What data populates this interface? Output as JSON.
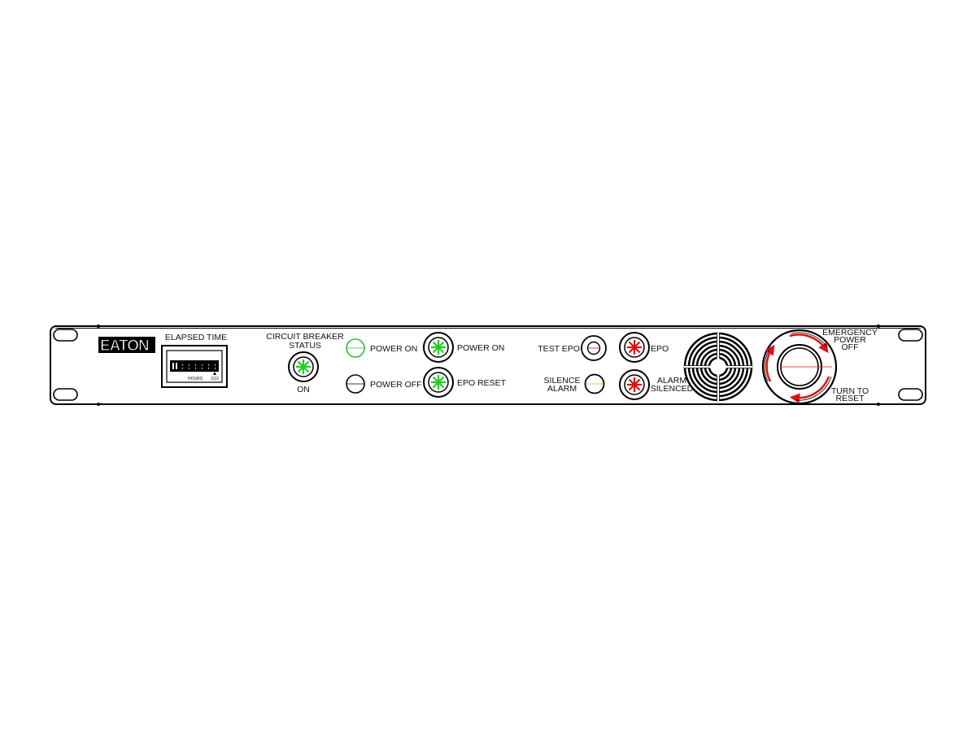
{
  "brand": {
    "logo": "EATON"
  },
  "elapsed_time": {
    "label": "ELAPSED TIME",
    "units_label": "HOURS",
    "tenths_label": "1/10"
  },
  "circuit_breaker": {
    "label_line1": "CIRCUIT BREAKER",
    "label_line2": "STATUS",
    "state_label": "ON",
    "indicator_color": "#22cc22"
  },
  "power_indicators": {
    "on_label": "POWER ON",
    "off_label": "POWER OFF",
    "on_color": "#33bb33"
  },
  "buttons": {
    "power_on_label": "POWER ON",
    "epo_reset_label": "EPO RESET",
    "test_epo_label": "TEST EPO",
    "silence_alarm_line1": "SILENCE",
    "silence_alarm_line2": "ALARM",
    "epo_label": "EPO",
    "alarm_silenced_line1": "ALARM",
    "alarm_silenced_line2": "SILENCED"
  },
  "emergency_switch": {
    "label_line1": "EMERGENCY",
    "label_line2": "POWER",
    "label_line3": "OFF",
    "reset_line1": "TURN TO",
    "reset_line2": "RESET",
    "arrow_color": "#dd1111"
  },
  "colors": {
    "green": "#22cc22",
    "red": "#dd1111",
    "yellow": "#e8e080"
  }
}
